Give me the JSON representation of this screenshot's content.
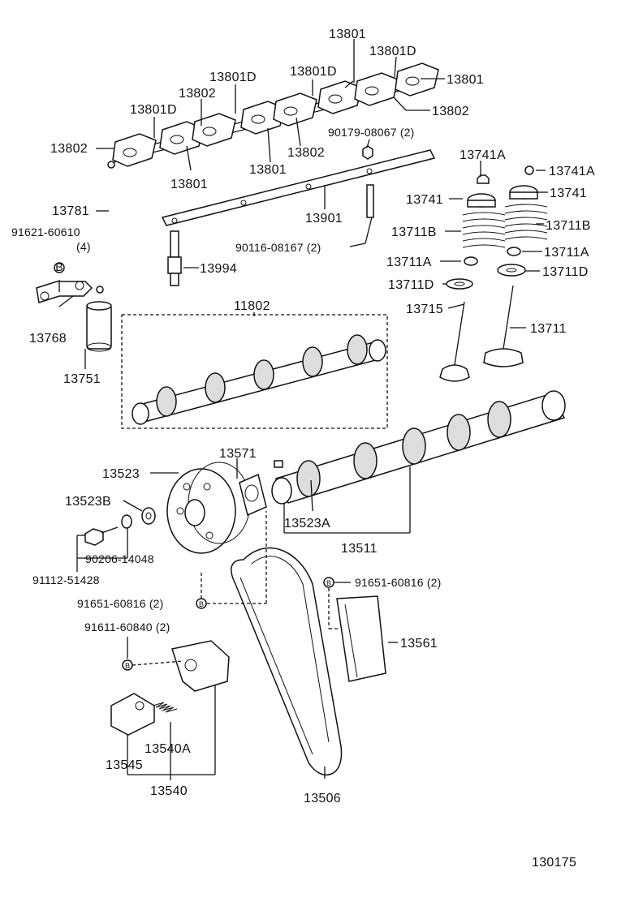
{
  "labels": {
    "p13801_top": "13801",
    "p13801D_a": "13801D",
    "p13801D_b": "13801D",
    "p13801D_c": "13801D",
    "p13801D_d": "13801D",
    "p13801_right": "13801",
    "p13802_a": "13802",
    "p13802_right": "13802",
    "p13802_left": "13802",
    "p13802_mid": "13802",
    "p13801_a": "13801",
    "p13801_b": "13801",
    "p90179": "90179-08067 (2)",
    "p13741A_a": "13741A",
    "p13741A_b": "13741A",
    "p13781": "13781",
    "p91621": "91621-60610",
    "p91621_qty": "(4)",
    "p13901": "13901",
    "p13741_a": "13741",
    "p13741_b": "13741",
    "p13711B_a": "13711B",
    "p13711B_b": "13711B",
    "p90116": "90116-08167 (2)",
    "p13994": "13994",
    "p13711A_a": "13711A",
    "p13711A_b": "13711A",
    "p13711D_a": "13711D",
    "p13711D_b": "13711D",
    "p13768": "13768",
    "p11802": "11802",
    "p13715": "13715",
    "p13711": "13711",
    "p13751": "13751",
    "p13571": "13571",
    "p13523": "13523",
    "p13523B": "13523B",
    "p13523A": "13523A",
    "p13511": "13511",
    "p90206": "90206-14048",
    "p91112": "91112-51428",
    "p91651_a": "91651-60816 (2)",
    "p91651_b": "91651-60816 (2)",
    "p91611": "91611-60840 (2)",
    "p13561": "13561",
    "p13540A": "13540A",
    "p13545": "13545",
    "p13540": "13540",
    "p13506": "13506",
    "diagram_id": "130175",
    "badge_b": "B"
  }
}
